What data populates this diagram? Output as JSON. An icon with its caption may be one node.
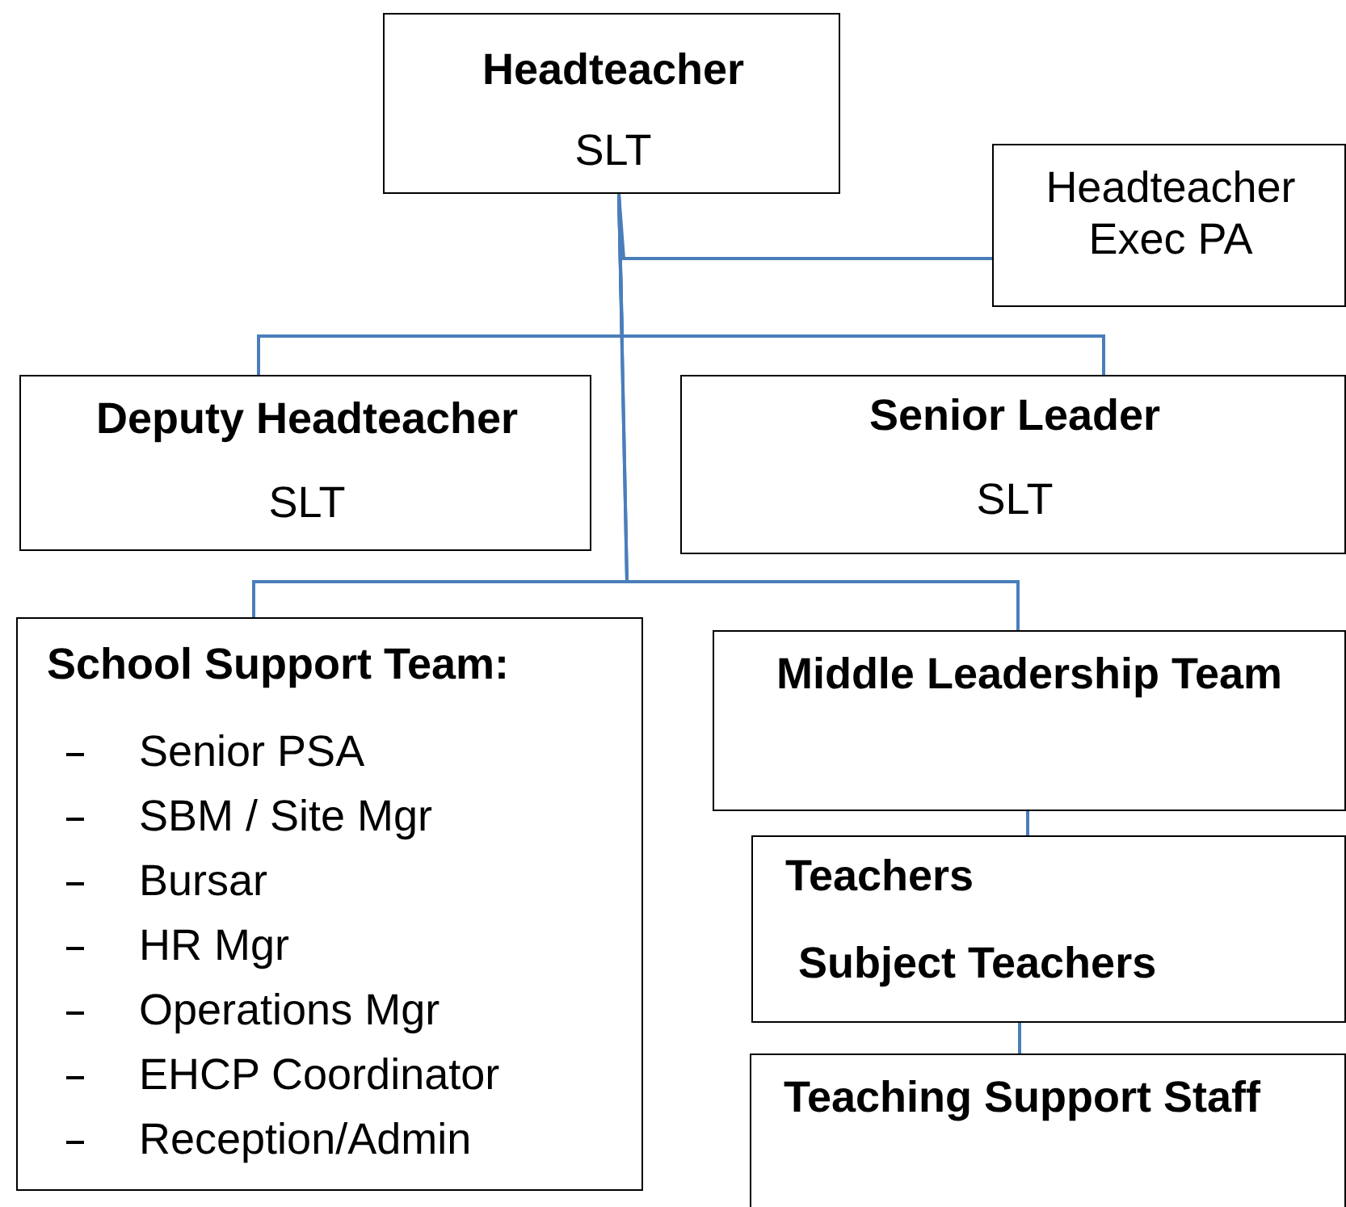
{
  "diagram": {
    "nodes": [
      {
        "text": [
          "Headteacher",
          "SLT"
        ]
      },
      {
        "text": [
          "Headteacher Exec PA"
        ]
      },
      {
        "text": [
          "Deputy Headteacher",
          "SLT"
        ]
      },
      {
        "text": [
          "Senior Leader",
          "SLT"
        ]
      },
      {
        "text": [
          "School Support Team:",
          "Senior PSA",
          "SBM / Site Mgr",
          "Bursar",
          "HR Mgr",
          "Operations Mgr",
          "EHCP Coordinator",
          "Reception/Admin"
        ]
      },
      {
        "text": [
          "Middle Leadership Team"
        ]
      },
      {
        "text": [
          "Teachers",
          "Subject Teachers"
        ]
      },
      {
        "text": [
          "Teaching Support Staff"
        ]
      }
    ],
    "edges": [
      {
        "from": 0,
        "to": 1,
        "arrow": "none"
      },
      {
        "from": 0,
        "to": 2,
        "arrow": "none"
      },
      {
        "from": 0,
        "to": 3,
        "arrow": "none"
      },
      {
        "from": 0,
        "to": 4,
        "arrow": "none"
      },
      {
        "from": 0,
        "to": 5,
        "arrow": "none"
      },
      {
        "from": 5,
        "to": 6,
        "arrow": "none"
      },
      {
        "from": 6,
        "to": 7,
        "arrow": "none"
      }
    ]
  }
}
